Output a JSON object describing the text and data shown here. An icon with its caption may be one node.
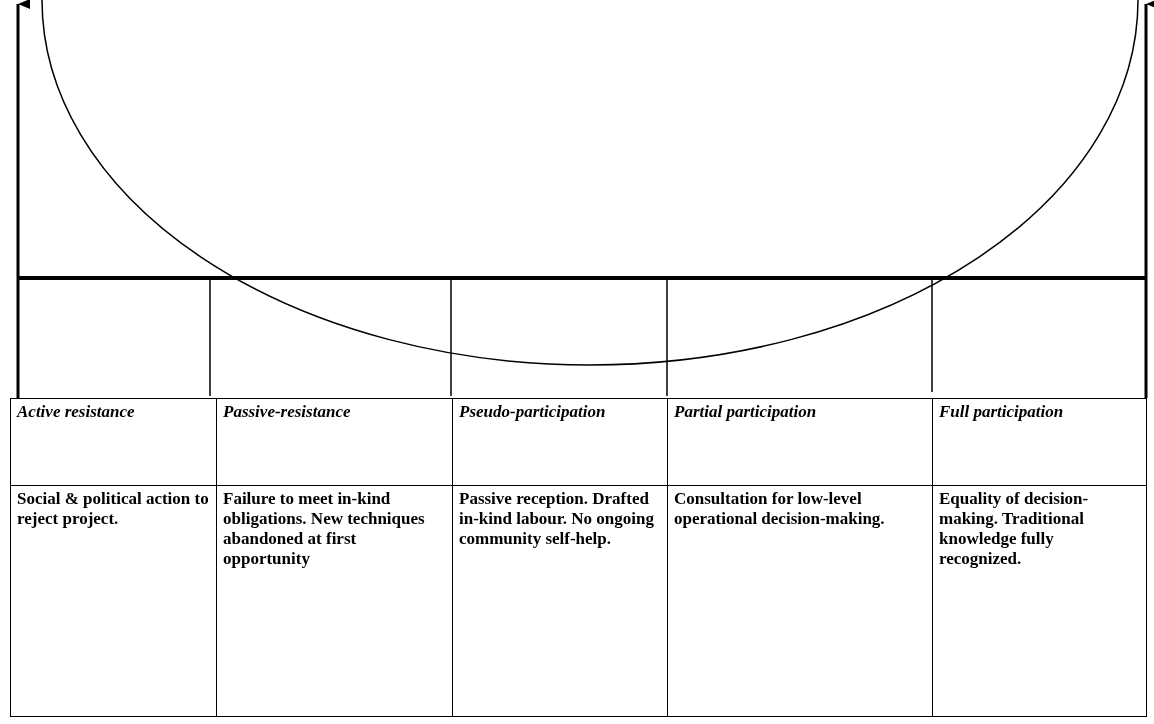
{
  "diagram": {
    "labels": [
      "Active resistance",
      "Passive-resistance",
      "Pseudo-participation",
      "Partial participation",
      "Full participation",
      "Social & political action to reject project.",
      "Failure to meet in-kind obligations. New techniques abandoned at first opportunity",
      "Passive reception. Drafted in-kind labour. No ongoing community self-help.",
      "Consultation for low-level operational decision-making.",
      "Equality of decision-making. Traditional knowledge fully recognized."
    ]
  }
}
